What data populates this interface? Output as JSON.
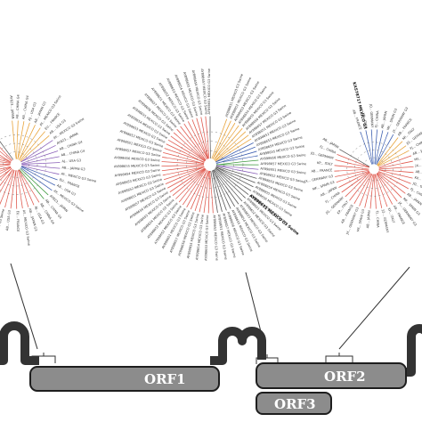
{
  "colors": {
    "genome_line": "#333333",
    "orf_fill": "#8c8c8c",
    "orf_stroke": "#1e1e1e",
    "clade_red": "#e05a4f",
    "clade_orange": "#e8a33a",
    "clade_purple": "#8a5fb8",
    "clade_blue": "#3d5fb0",
    "clade_green": "#3f9a3f",
    "branch_gray": "#555555"
  },
  "orfs": [
    {
      "label": "ORF1"
    },
    {
      "label": "ORF2"
    },
    {
      "label": "ORF3"
    }
  ],
  "trees": [
    {
      "highlight_label": "AY823... MEXICO G3 Swine",
      "tips": [
        "AY823... JAPAN",
        "AB... CHINA G4",
        "AB... CHINA G4",
        "AJ... USA G3",
        "AB... JAPAN G3",
        "AY... MEXICO G3 Swine",
        "EU... FRANCE",
        "AB... USA G3",
        "AY... MEXICO G3 Swine"
      ]
    },
    {
      "highlight_label": "AY898651 MEXICO G3 Swine",
      "tips": [
        "AY898651 MEXICO G3 Swine",
        "AY898652 MEXICO G3 Swine",
        "AY898653 MEXICO G3 Swine",
        "AY898654 MEXICO G3 Swine",
        "AY898655 MEXICO G3 Swine",
        "AY898656 MEXICO G3 Swine",
        "AY898657 MEXICO G3 Swine"
      ]
    },
    {
      "highlight_label": "KX578717 MEXICO G3",
      "tips": [
        "AB... FRANCE",
        "KP... ITALY",
        "JQ... GERMANY",
        "FJ... CHINA",
        "AB... JAPAN",
        "MF... SPAIN G3",
        "JX... GERMANY G3"
      ]
    }
  ]
}
